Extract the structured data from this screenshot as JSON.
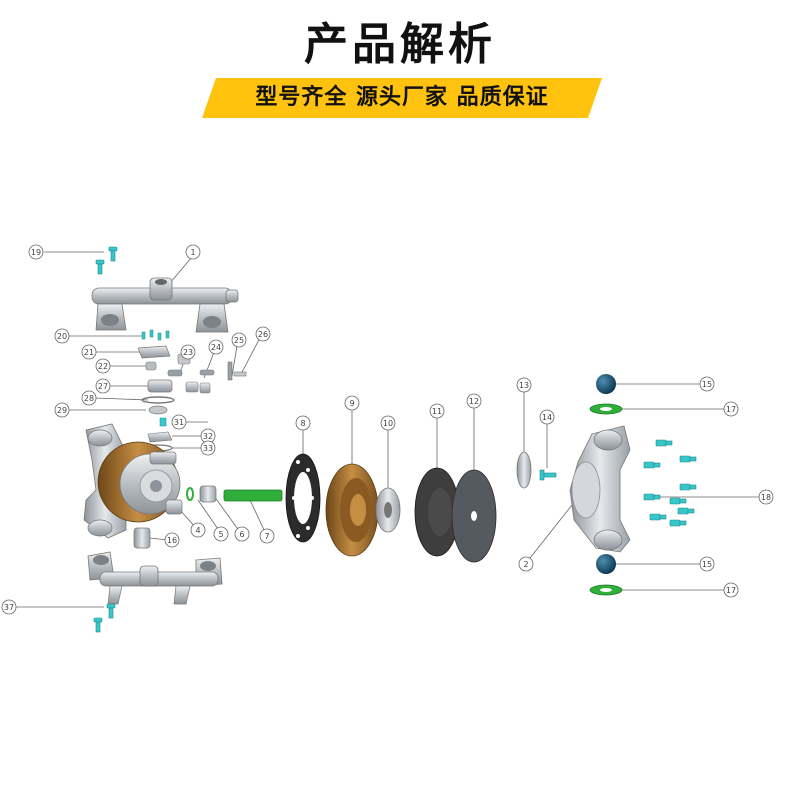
{
  "header": {
    "title": "产品解析",
    "banner": "型号齐全 源头厂家 品质保证"
  },
  "colors": {
    "banner_yellow": "#ffc20e",
    "metal": "#c4c8cc",
    "bronze": "#a8742c",
    "cyan_bolt": "#39c6c8",
    "green": "#2fae3a",
    "dark_diaphragm": "#3e3e3e"
  },
  "callouts": [
    "1",
    "2",
    "4",
    "5",
    "6",
    "7",
    "8",
    "9",
    "10",
    "11",
    "12",
    "13",
    "14",
    "15",
    "15",
    "16",
    "17",
    "17",
    "18",
    "19",
    "20",
    "21",
    "22",
    "23",
    "24",
    "25",
    "26",
    "27",
    "28",
    "29",
    "31",
    "32",
    "33",
    "37"
  ]
}
